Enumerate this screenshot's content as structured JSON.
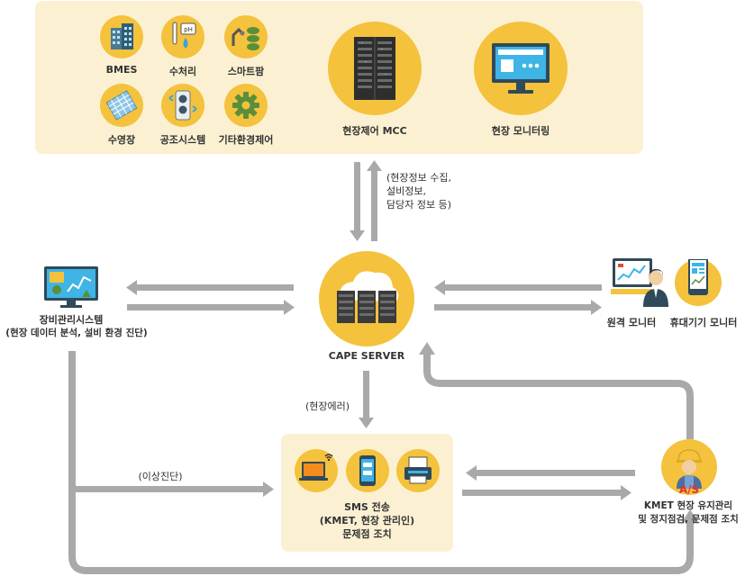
{
  "top_panel": {
    "items": [
      {
        "label": "BMES",
        "icon": "building-icon"
      },
      {
        "label": "수처리",
        "icon": "ph-meter-icon"
      },
      {
        "label": "스마트팜",
        "icon": "smart-farm-icon"
      },
      {
        "label": "수영장",
        "icon": "pool-icon"
      },
      {
        "label": "공조시스템",
        "icon": "air-conditioning-icon"
      },
      {
        "label": "기타환경제어",
        "icon": "gear-icon"
      }
    ],
    "mcc_label": "현장제어 MCC",
    "monitor_label": "현장 모니터링"
  },
  "flow_label_top": "(현장정보 수집,\n설비정보,\n담당자 정보 등)",
  "server_label": "CAPE SERVER",
  "equipment": {
    "title": "장비관리시스템",
    "subtitle": "(현장 데이터 분석, 설비 환경 진단)"
  },
  "remote": {
    "remote_monitor": "원격 모니터",
    "mobile_monitor": "휴대기기 모니터"
  },
  "site_error_label": "(현장에러)",
  "abnormal_label": "(이상진단)",
  "sms": {
    "line1": "SMS 전송",
    "line2": "(KMET, 현장 관리인)",
    "line3": "문제점 조치"
  },
  "kmet": {
    "badge": "A/S",
    "line1": "KMET 현장 유지관리",
    "line2": "및 정지점검, 문제점 조치"
  },
  "colors": {
    "accent": "#f4c23c",
    "panel_bg": "#fbf1d2",
    "arrow": "#a9a9a9",
    "server_dark": "#3b3b3b"
  }
}
